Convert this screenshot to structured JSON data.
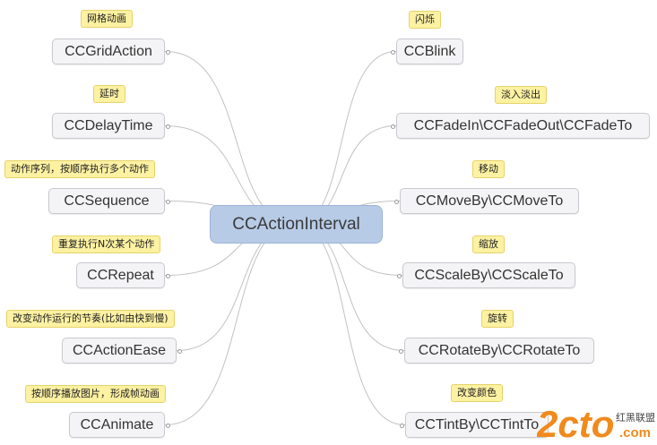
{
  "central": {
    "label": "CCActionInterval"
  },
  "left_nodes": [
    {
      "label": "CCGridAction",
      "note": "网格动画"
    },
    {
      "label": "CCDelayTime",
      "note": "延时"
    },
    {
      "label": "CCSequence",
      "note": "动作序列，按顺序执行多个动作"
    },
    {
      "label": "CCRepeat",
      "note": "重复执行N次某个动作"
    },
    {
      "label": "CCActionEase",
      "note": "改变动作运行的节奏(比如由快到慢)"
    },
    {
      "label": "CCAnimate",
      "note": "按顺序播放图片，形成帧动画"
    }
  ],
  "right_nodes": [
    {
      "label": "CCBlink",
      "note": "闪烁"
    },
    {
      "label": "CCFadeIn\\CCFadeOut\\CCFadeTo",
      "note": "淡入淡出"
    },
    {
      "label": "CCMoveBy\\CCMoveTo",
      "note": "移动"
    },
    {
      "label": "CCScaleBy\\CCScaleTo",
      "note": "缩放"
    },
    {
      "label": "CCRotateBy\\CCRotateTo",
      "note": "旋转"
    },
    {
      "label": "CCTintBy\\CCTintTo",
      "note": "改变颜色"
    }
  ],
  "watermark": {
    "logo_text": "2cto",
    "site_cn": "红黑联盟",
    "site_url": ".com"
  },
  "colors": {
    "central_fill": "#b7cbe7",
    "node_fill": "#f4f4f6",
    "note_fill": "#fdf1a2",
    "connector": "#c2c2c2",
    "watermark_orange": "#f08a1c"
  }
}
